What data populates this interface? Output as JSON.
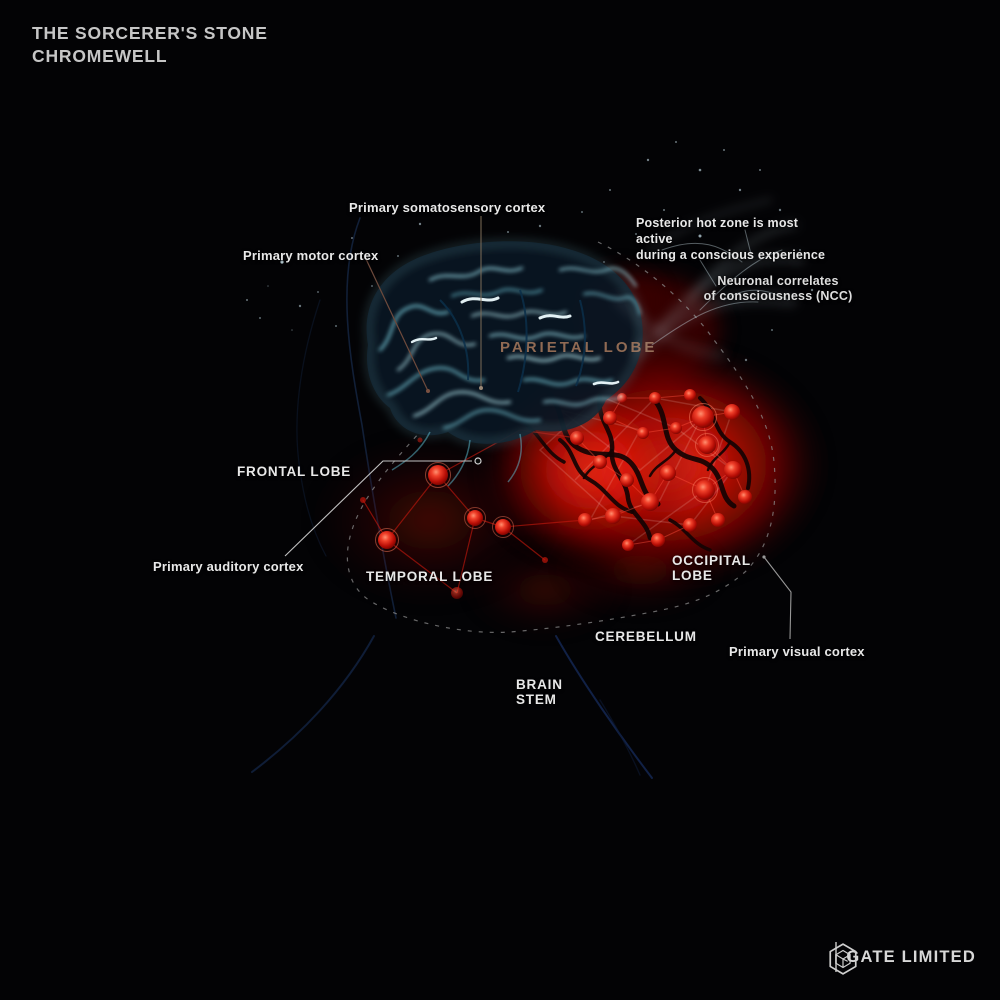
{
  "title": {
    "line1": "THE SORCERER'S STONE",
    "line2": "CHROMEWELL"
  },
  "labels": {
    "somatosensory": "Primary somatosensory cortex",
    "motor": "Primary motor cortex",
    "posterior": {
      "l1": "Posterior hot zone is most active",
      "l2": "during a conscious experience"
    },
    "ncc": {
      "l1": "Neuronal correlates",
      "l2": "of consciousness (NCC)"
    },
    "parietal": "PARIETAL LOBE",
    "frontal": "FRONTAL LOBE",
    "auditory": "Primary auditory cortex",
    "temporal": "TEMPORAL LOBE",
    "occipital": {
      "l1": "OCCIPITAL",
      "l2": "LOBE"
    },
    "cerebellum": "CEREBELLUM",
    "visual": "Primary visual cortex",
    "brainstem": {
      "l1": "BRAIN",
      "l2": "STEM"
    }
  },
  "footer": {
    "brand": "GATE LIMITED"
  },
  "icons": {
    "brand_logo": "hexagon-cube-icon"
  },
  "colors": {
    "background": "#030305",
    "brain_glow_cyan": "#9fe3ef",
    "hot_zone_red": "#d01208",
    "label_text": "#e8e8e8",
    "parietal_text": "#9c7258",
    "leader_line": "#c2c2c2",
    "brand_text": "#d8d8d8"
  }
}
